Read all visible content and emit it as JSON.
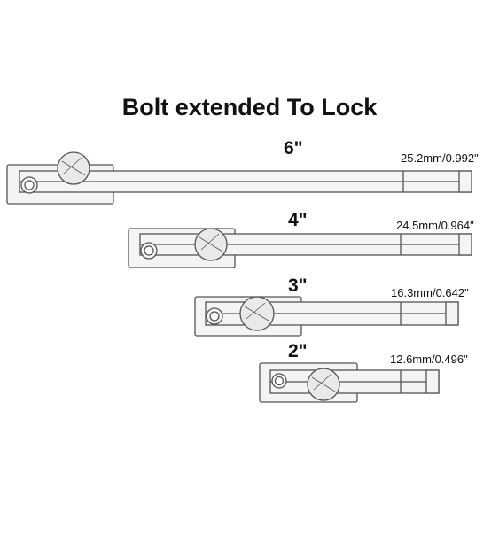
{
  "title": "Bolt extended To Lock",
  "bolts": [
    {
      "size": "6\"",
      "measure": "25.2mm/0.992\""
    },
    {
      "size": "4\"",
      "measure": "24.5mm/0.964\""
    },
    {
      "size": "3\"",
      "measure": "16.3mm/0.642\""
    },
    {
      "size": "2\"",
      "measure": "12.6mm/0.496\""
    }
  ],
  "colors": {
    "stroke": "#555555",
    "fill": "#f4f4f4",
    "knob": "#e9e9e9"
  }
}
